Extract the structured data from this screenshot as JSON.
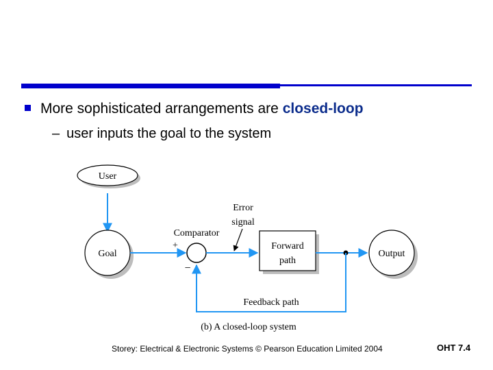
{
  "colors": {
    "accent": "#0000cc",
    "emphasis": "#0b2c8c",
    "diagram_line": "#2196f3"
  },
  "bullet": {
    "text_before": "More sophisticated arrangements are ",
    "text_emph": "closed-loop"
  },
  "sub_bullet": {
    "dash": "–",
    "text": "user inputs the goal to the system"
  },
  "diagram": {
    "user_label": "User",
    "goal_label": "Goal",
    "output_label": "Output",
    "comparator_label": "Comparator",
    "plus_sign": "+",
    "minus_sign": "−",
    "error_label_1": "Error",
    "error_label_2": "signal",
    "forward_label_1": "Forward",
    "forward_label_2": "path",
    "feedback_label": "Feedback path",
    "caption": "(b) A closed-loop system"
  },
  "footer": {
    "credit": "Storey: Electrical & Electronic Systems © Pearson Education Limited 2004",
    "slide_number": "OHT 7.4"
  }
}
